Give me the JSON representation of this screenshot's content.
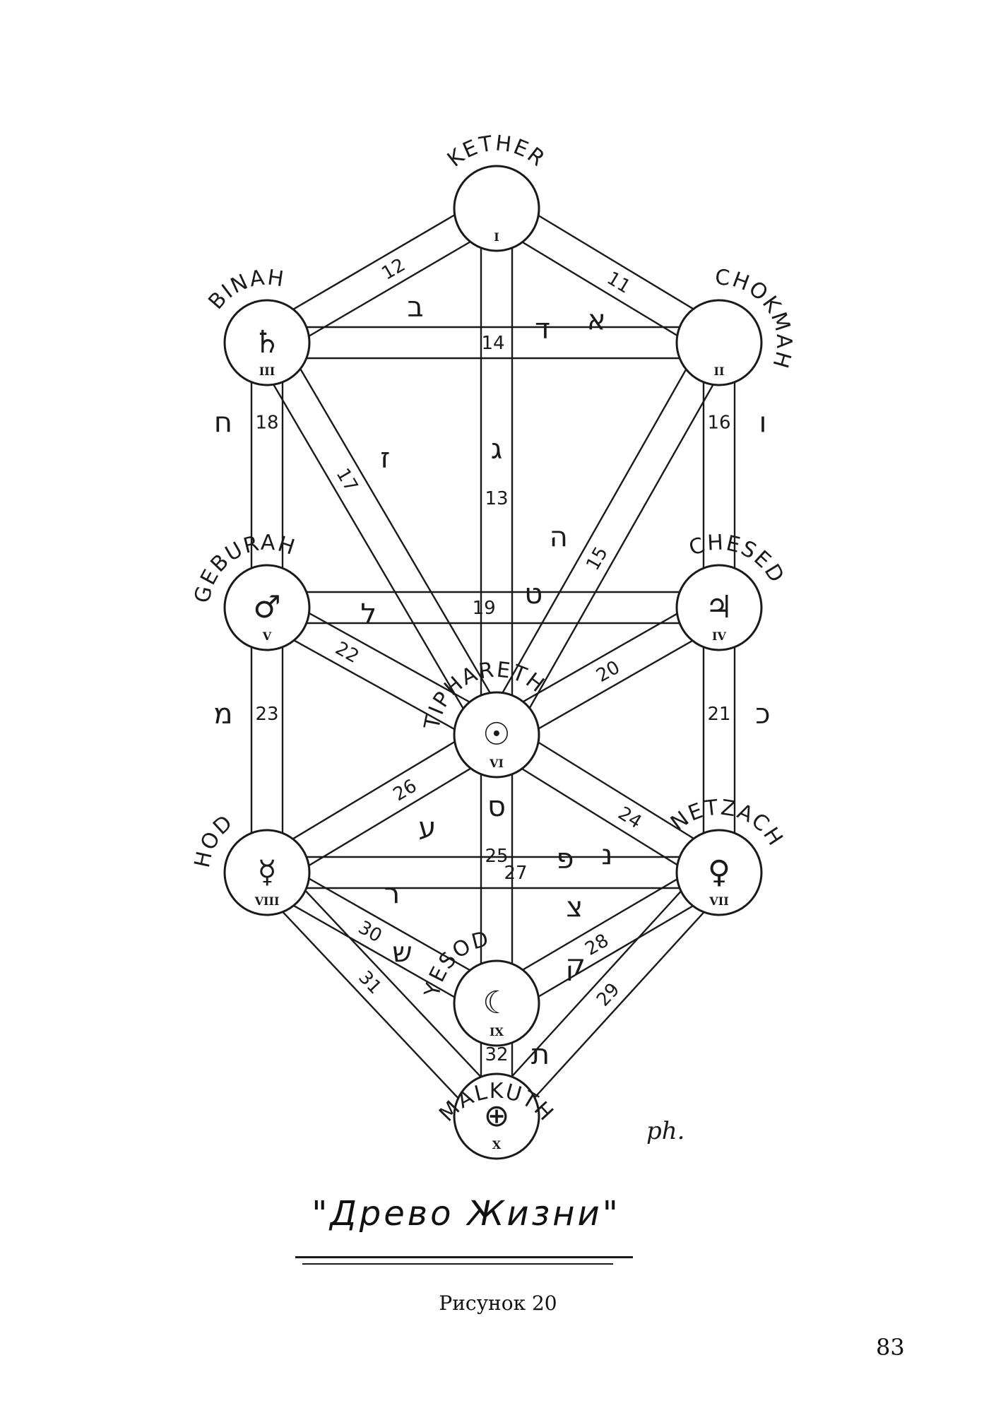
{
  "sephiroth": [
    {
      "id": "kether",
      "name": "KETHER",
      "numeral": "I",
      "symbol": ""
    },
    {
      "id": "chokmah",
      "name": "CHOKMAH",
      "numeral": "II",
      "symbol": ""
    },
    {
      "id": "binah",
      "name": "BINAH",
      "numeral": "III",
      "symbol": "♄"
    },
    {
      "id": "chesed",
      "name": "CHESED",
      "numeral": "IV",
      "symbol": "♃"
    },
    {
      "id": "geburah",
      "name": "GEBURAH",
      "numeral": "V",
      "symbol": "♂"
    },
    {
      "id": "tiphareth",
      "name": "TIPHARETH",
      "numeral": "VI",
      "symbol": "☉"
    },
    {
      "id": "netzach",
      "name": "NETZACH",
      "numeral": "VII",
      "symbol": "♀"
    },
    {
      "id": "hod",
      "name": "HOD",
      "numeral": "VIII",
      "symbol": "☿"
    },
    {
      "id": "yesod",
      "name": "YESOD",
      "numeral": "IX",
      "symbol": "☾"
    },
    {
      "id": "malkuth",
      "name": "MALKUTH",
      "numeral": "X",
      "symbol": "⊕"
    }
  ],
  "paths": [
    {
      "number": "11",
      "from": "kether",
      "to": "chokmah",
      "letter": "א"
    },
    {
      "number": "12",
      "from": "kether",
      "to": "binah",
      "letter": "ב"
    },
    {
      "number": "13",
      "from": "kether",
      "to": "tiphareth",
      "letter": "ג"
    },
    {
      "number": "14",
      "from": "binah",
      "to": "chokmah",
      "letter": "ד"
    },
    {
      "number": "15",
      "from": "chokmah",
      "to": "tiphareth",
      "letter": "ה"
    },
    {
      "number": "16",
      "from": "chokmah",
      "to": "chesed",
      "letter": "ו"
    },
    {
      "number": "17",
      "from": "binah",
      "to": "tiphareth",
      "letter": "ז"
    },
    {
      "number": "18",
      "from": "binah",
      "to": "geburah",
      "letter": "ח"
    },
    {
      "number": "19",
      "from": "geburah",
      "to": "chesed",
      "letter": "ט"
    },
    {
      "number": "20",
      "from": "chesed",
      "to": "tiphareth",
      "letter": ""
    },
    {
      "number": "21",
      "from": "chesed",
      "to": "netzach",
      "letter": "כ"
    },
    {
      "number": "22",
      "from": "geburah",
      "to": "tiphareth",
      "letter": "ל"
    },
    {
      "number": "23",
      "from": "geburah",
      "to": "hod",
      "letter": "מ"
    },
    {
      "number": "24",
      "from": "tiphareth",
      "to": "netzach",
      "letter": "נ"
    },
    {
      "number": "25",
      "from": "tiphareth",
      "to": "yesod",
      "letter": "ס"
    },
    {
      "number": "26",
      "from": "tiphareth",
      "to": "hod",
      "letter": "ע"
    },
    {
      "number": "27",
      "from": "hod",
      "to": "netzach",
      "letter": "פ"
    },
    {
      "number": "28",
      "from": "netzach",
      "to": "yesod",
      "letter": "צ"
    },
    {
      "number": "29",
      "from": "netzach",
      "to": "malkuth",
      "letter": "ק"
    },
    {
      "number": "30",
      "from": "hod",
      "to": "yesod",
      "letter": "ר"
    },
    {
      "number": "31",
      "from": "hod",
      "to": "malkuth",
      "letter": "ש"
    },
    {
      "number": "32",
      "from": "yesod",
      "to": "malkuth",
      "letter": "ת"
    }
  ],
  "signature": "ph.",
  "title": "\"Древо Жизни\"",
  "caption": "Рисунок 20",
  "page_number": "83"
}
